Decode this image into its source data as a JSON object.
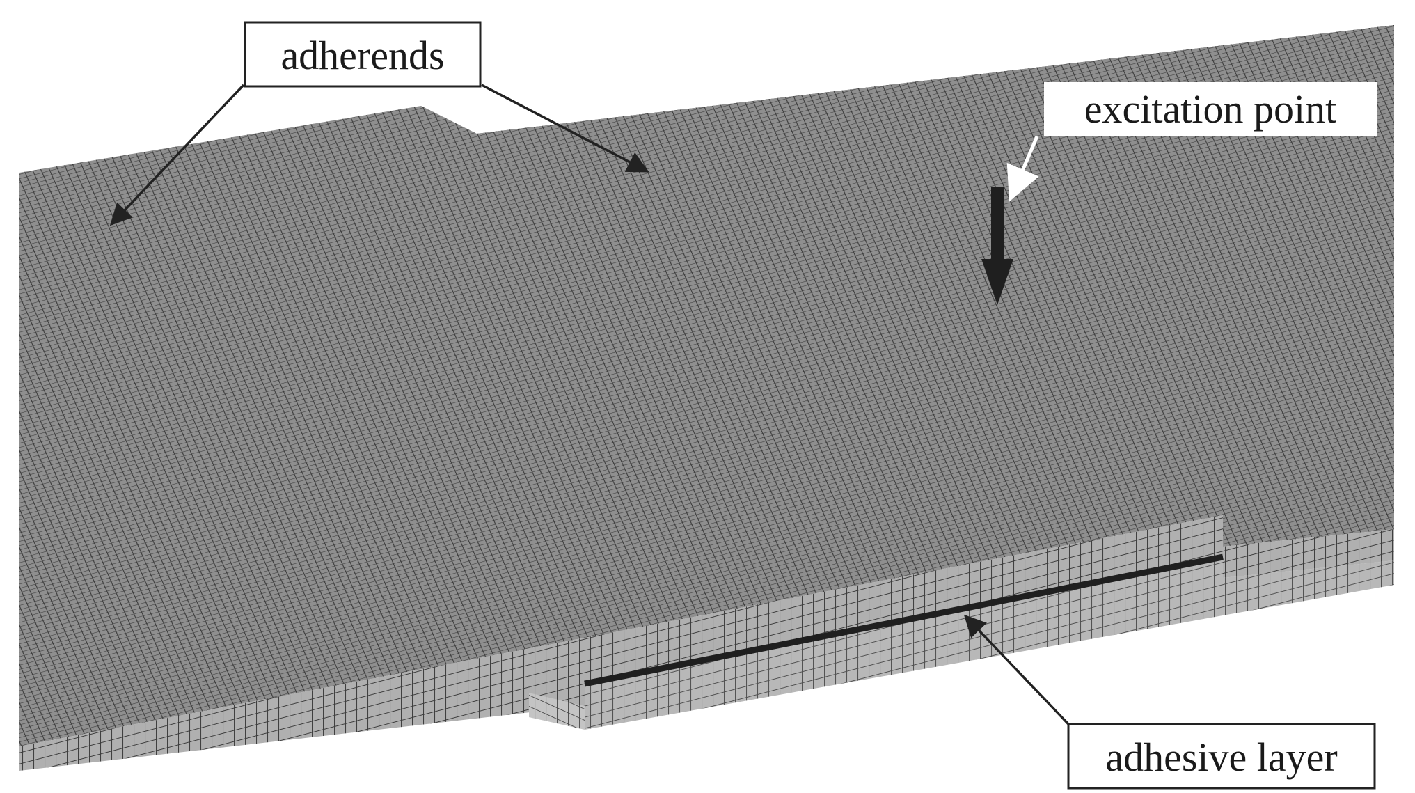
{
  "labels": {
    "adherends": "adherends",
    "excitation_point": "excitation point",
    "adhesive_layer": "adhesive layer"
  },
  "colors": {
    "mesh_face": "#8c8c8c",
    "mesh_line": "#3a3a3a",
    "side_face": "#a9a9a9",
    "arrow": "#222222",
    "background": "#ffffff"
  }
}
